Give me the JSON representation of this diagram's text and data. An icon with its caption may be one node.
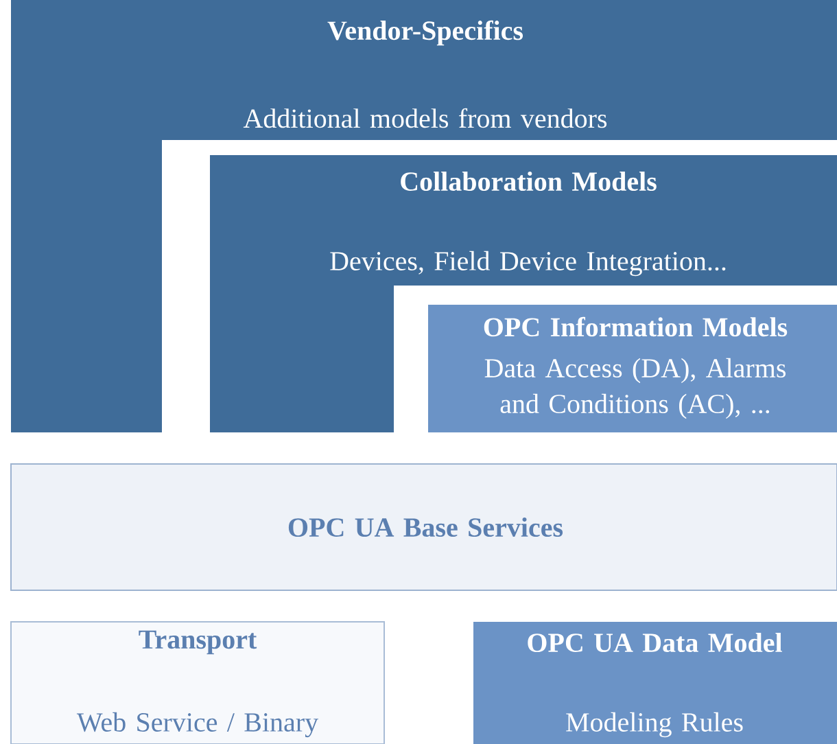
{
  "diagram": {
    "nodes": [
      {
        "text": [
          "Vendor-Specifics",
          "Additional models from vendors"
        ]
      },
      {
        "text": [
          "Collaboration Models",
          "Devices, Field Device Integration..."
        ]
      },
      {
        "text": [
          "OPC Information Models",
          "Data Access (DA), Alarms and Conditions (AC), ..."
        ]
      },
      {
        "text": [
          "OPC UA Base Services"
        ]
      },
      {
        "text": [
          "Transport",
          "Web Service / Binary"
        ]
      },
      {
        "text": [
          "OPC UA Data Model",
          "Modeling Rules"
        ]
      }
    ]
  }
}
